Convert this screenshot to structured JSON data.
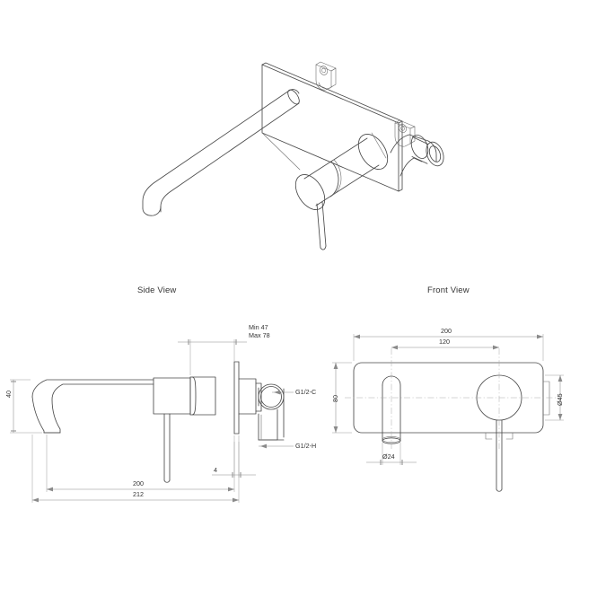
{
  "document": {
    "type": "technical-drawing",
    "subject": "Wall mounted basin mixer tap",
    "background_color": "#ffffff",
    "line_color": "#4a4a4a",
    "dimension_color": "#8a8a8a",
    "text_color": "#333333"
  },
  "views": {
    "isometric": {
      "label": ""
    },
    "side": {
      "label": "Side View",
      "dimensions": {
        "height_left": "40",
        "depth_min": "Min 47",
        "depth_max": "Max 78",
        "overall_length": "200",
        "total_length": "212",
        "plate_thickness": "4",
        "inlet_cold": "G1/2-C",
        "inlet_hot": "G1/2-H"
      }
    },
    "front": {
      "label": "Front View",
      "dimensions": {
        "plate_width": "200",
        "centre_distance": "120",
        "plate_height": "80",
        "handle_diameter": "Ø45",
        "spout_diameter": "Ø24"
      }
    }
  }
}
